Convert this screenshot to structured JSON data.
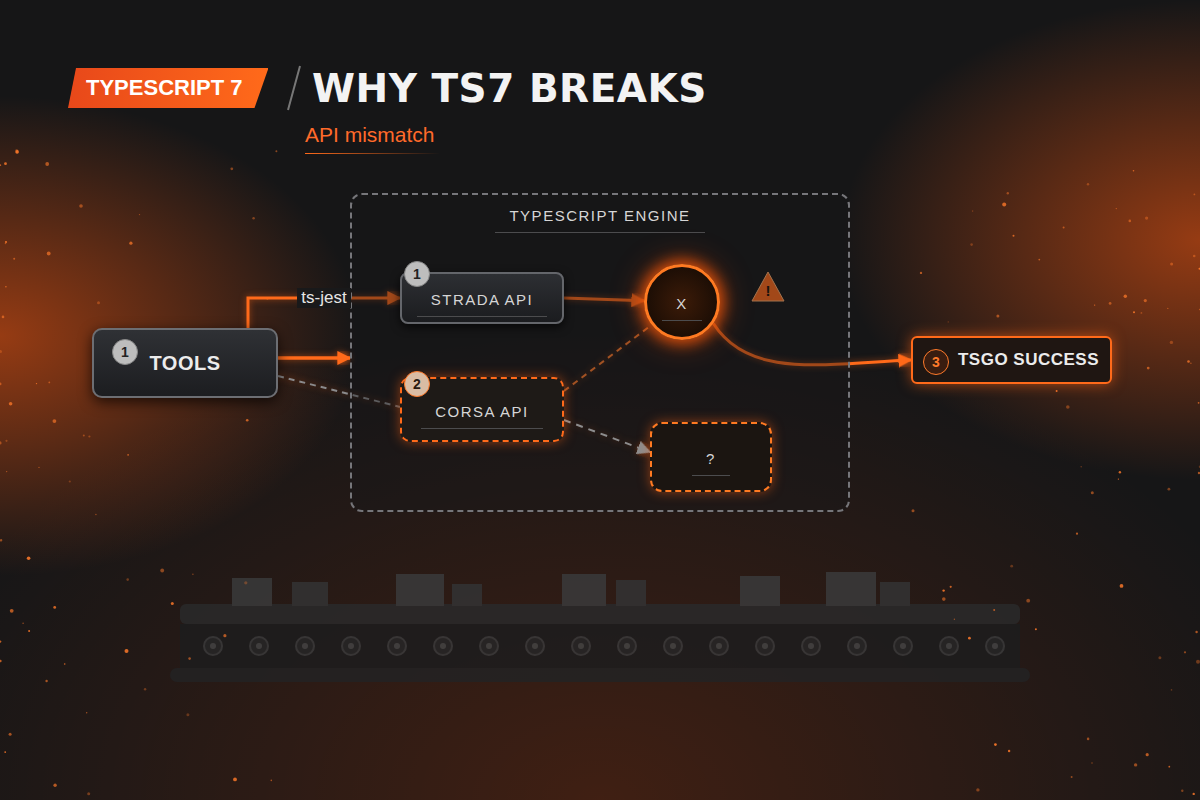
{
  "diagram": {
    "title": "WHY TS7 BREAKS",
    "nodes": [
      {
        "text": [
          "1",
          "TOOLS"
        ]
      },
      {
        "text": [
          "TYPESCRIPT ENGINE"
        ]
      },
      {
        "text": [
          "1",
          "STRADA API"
        ],
        "in": 1
      },
      {
        "text": [
          "2",
          "CORSA API"
        ],
        "in": 1
      },
      {
        "text": [
          "X"
        ],
        "in": 1
      },
      {
        "text": [
          "?"
        ],
        "in": 1
      },
      {
        "text": [
          "3",
          "TSGO SUCCESS"
        ]
      }
    ],
    "edges": [
      {
        "from": 0,
        "to": 2,
        "arrow": "to",
        "label": "ts-jest"
      },
      {
        "from": 0,
        "to": 1,
        "arrow": "to"
      },
      {
        "from": 0,
        "to": 3,
        "arrow": "none"
      },
      {
        "from": 2,
        "to": 4,
        "arrow": "to"
      },
      {
        "from": 3,
        "to": 4,
        "arrow": "none"
      },
      {
        "from": 3,
        "to": 5,
        "arrow": "to"
      },
      {
        "from": 4,
        "to": 6,
        "arrow": "to"
      }
    ],
    "labels": [
      "TYPESCRIPT 7",
      "API mismatch",
      "!"
    ]
  }
}
